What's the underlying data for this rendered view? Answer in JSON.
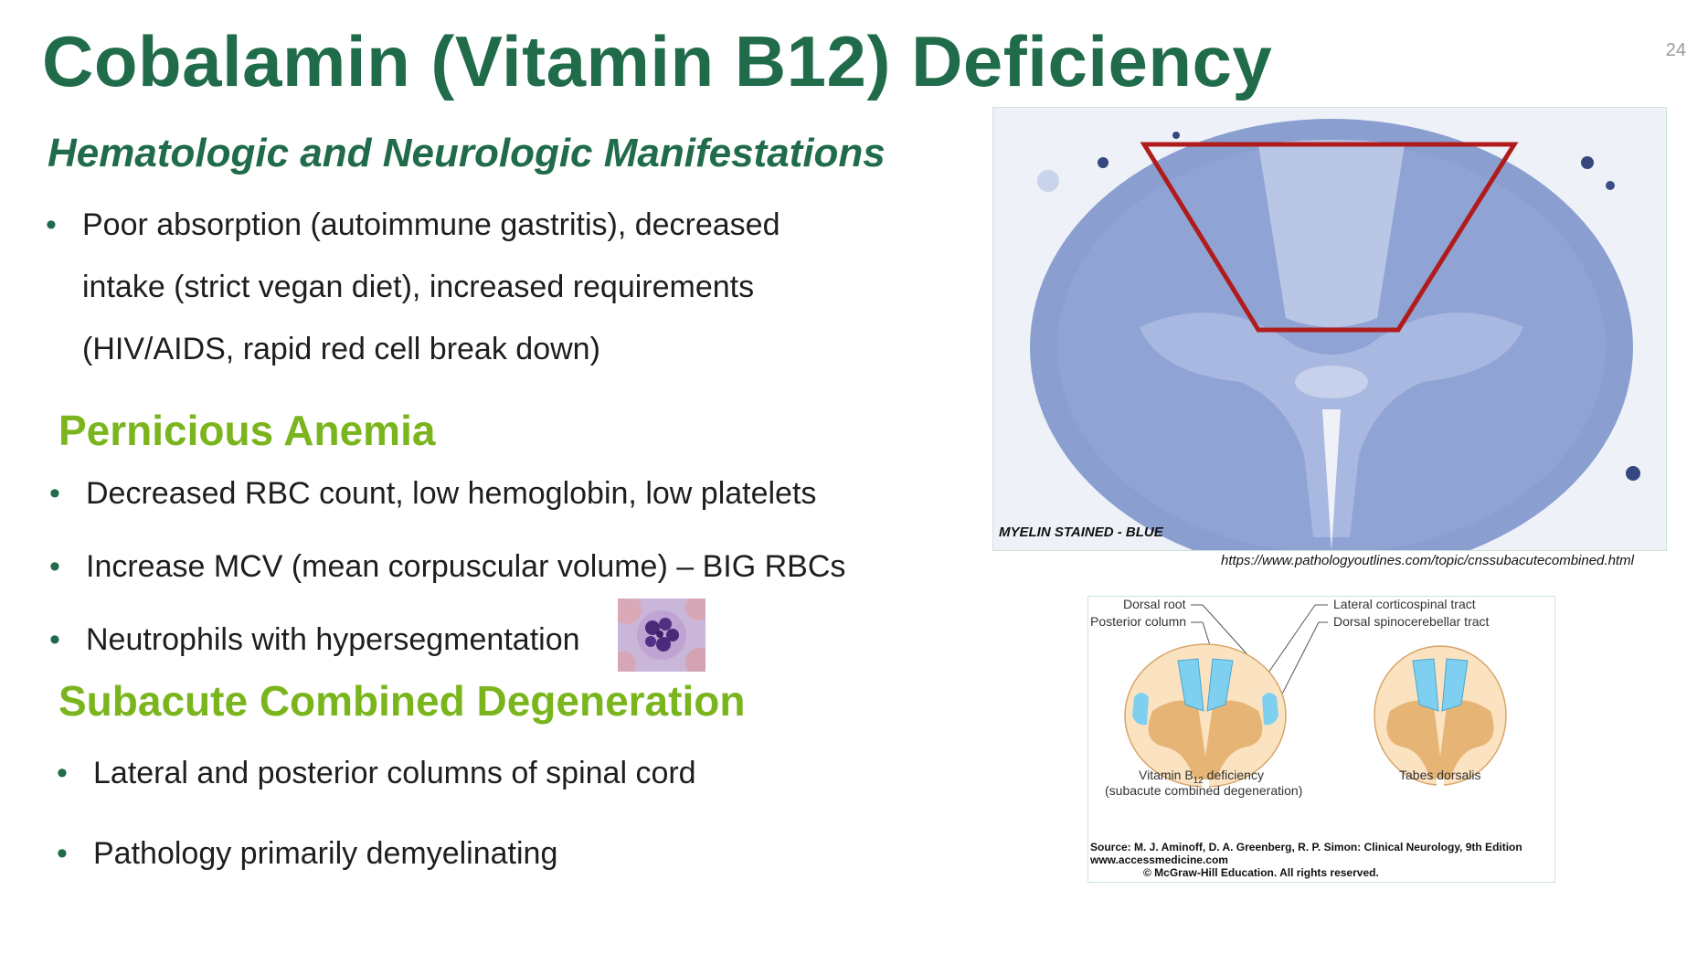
{
  "slide": {
    "title": "Cobalamin (Vitamin B12) Deficiency",
    "number": "24",
    "subtitle": "Hematologic and Neurologic Manifestations"
  },
  "intro": {
    "lines": [
      "Poor absorption (autoimmune gastritis), decreased",
      "intake (strict vegan diet), increased requirements",
      "(HIV/AIDS, rapid red cell break down)"
    ]
  },
  "pernicious": {
    "heading": "Pernicious Anemia",
    "bullets": [
      "Decreased RBC count, low hemoglobin, low platelets",
      "Increase MCV (mean corpuscular volume) – BIG RBCs",
      "Neutrophils with hypersegmentation"
    ]
  },
  "scd": {
    "heading": "Subacute Combined Degeneration",
    "bullets": [
      "Lateral and posterior columns of spinal cord",
      "Pathology primarily demyelinating"
    ]
  },
  "micrograph": {
    "caption": "MYELIN STAINED - BLUE",
    "url": "https://www.pathologyoutlines.com/topic/cnssubacutecombined.html"
  },
  "diagram": {
    "labels": {
      "dorsal_root": "Dorsal root",
      "posterior_column": "Posterior column",
      "lateral_cst": "Lateral corticospinal tract",
      "dorsal_sct": "Dorsal spinocerebellar tract",
      "left_title_a": "Vitamin B",
      "left_title_sub": "12",
      "left_title_b": " deficiency",
      "left_title_c": "(subacute combined degeneration)",
      "right_title": "Tabes dorsalis"
    },
    "source": {
      "line1": "Source: M. J. Aminoff, D. A. Greenberg, R. P. Simon: Clinical Neurology, 9th Edition",
      "line2": "www.accessmedicine.com",
      "line3": "© McGraw-Hill Education.  All rights reserved."
    }
  },
  "colors": {
    "title_green": "#1f6b4a",
    "heading_green": "#7ab51d",
    "stain_blue": "#8a9fd0",
    "highlight_red": "#b01c1c",
    "tract_blue": "#7fd0f0",
    "gray_matter": "#e0b070"
  }
}
